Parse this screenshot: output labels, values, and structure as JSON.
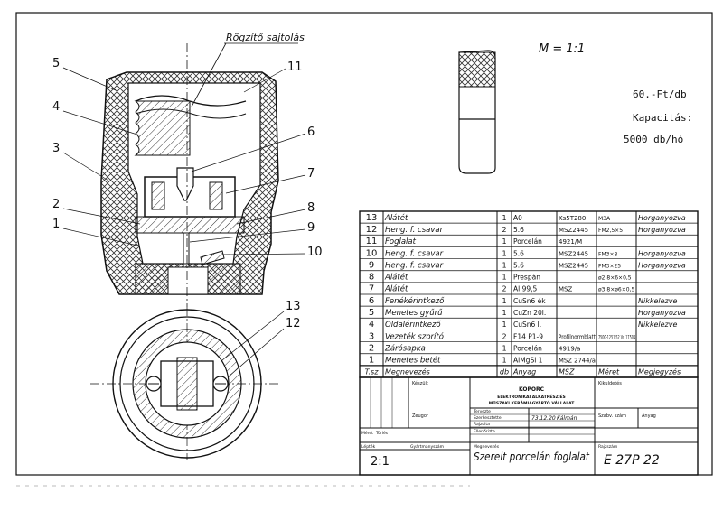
{
  "drawing": {
    "fixing_label": "Rögzítő sajtolás",
    "callouts": [
      "5",
      "4",
      "3",
      "2",
      "1",
      "11",
      "6",
      "7",
      "8",
      "9",
      "10",
      "13",
      "12"
    ],
    "scale_note": "M = 1:1",
    "notes": [
      "60.-Ft/db",
      "Kapacitás:",
      "5000 db/hó"
    ]
  },
  "bom": {
    "rows": [
      {
        "n": "13",
        "name": "Alátét",
        "qty": "1",
        "mat": "A0",
        "std": "Ks5T280",
        "size": "M3A",
        "note": "Horganyozva"
      },
      {
        "n": "12",
        "name": "Heng. f. csavar",
        "qty": "2",
        "mat": "5.6",
        "std": "MSZ2445",
        "size": "FM2,5×5",
        "note": "Horganyozva"
      },
      {
        "n": "11",
        "name": "Foglalat",
        "qty": "1",
        "mat": "Porcelán",
        "std": "4921/M",
        "size": "",
        "note": ""
      },
      {
        "n": "10",
        "name": "Heng. f. csavar",
        "qty": "1",
        "mat": "5.6",
        "std": "MSZ2445",
        "size": "FM3×8",
        "note": "Horganyozva"
      },
      {
        "n": "9",
        "name": "Heng. f. csavar",
        "qty": "1",
        "mat": "5.6",
        "std": "MSZ2445",
        "size": "FM3×25",
        "note": "Horganyozva"
      },
      {
        "n": "8",
        "name": "Alátét",
        "qty": "1",
        "mat": "Prespán",
        "std": "",
        "size": "ø2,8×6×0,5",
        "note": ""
      },
      {
        "n": "7",
        "name": "Alátét",
        "qty": "2",
        "mat": "Al 99,5",
        "std": "MSZ",
        "size": "ø3,8×ø6×0,5",
        "note": ""
      },
      {
        "n": "6",
        "name": "Fenékérintkező",
        "qty": "1",
        "mat": "CuSn6 ék",
        "std": "",
        "size": "",
        "note": "Nikkelezve"
      },
      {
        "n": "5",
        "name": "Menetes gyűrű",
        "qty": "1",
        "mat": "CuZn 20l.",
        "std": "",
        "size": "",
        "note": "Horganyozva"
      },
      {
        "n": "4",
        "name": "Oldalérintkező",
        "qty": "1",
        "mat": "CuSn6 l.",
        "std": "",
        "size": "",
        "note": "Nikkelezve"
      },
      {
        "n": "3",
        "name": "Vezeték szorító",
        "qty": "2",
        "mat": "F14 P1-9",
        "std": "Profilnormblatt",
        "size": "7500-1251,52 Vr. 17504",
        "note": ""
      },
      {
        "n": "2",
        "name": "Zárósapka",
        "qty": "1",
        "mat": "Porcelán",
        "std": "4919/a",
        "size": "",
        "note": ""
      },
      {
        "n": "1",
        "name": "Menetes betét",
        "qty": "1",
        "mat": "AlMgSi 1",
        "std": "MSZ 2744/a",
        "size": "",
        "note": ""
      }
    ],
    "header": {
      "n": "T.sz",
      "name": "Megnevezés",
      "qty": "db",
      "mat": "Anyag",
      "std": "MSZ",
      "size": "Méret",
      "note": "Megjegyzés"
    }
  },
  "title_block": {
    "kesult": "Készült",
    "company_name": "KÖPORC",
    "company_line1": "ELEKTRONIKAI ALKATRÉSZ ÉS",
    "company_line2": "MŰSZAKI KERÁMIAGYÁRTÓ VÁLLALAT",
    "kikuldetes": "Kikuldetés",
    "szabv_label": "Szabv. szám",
    "anyag_label": "Anyag",
    "rev_label": "Méret",
    "torles_label": "Törlés",
    "zeugor": "Zeugor",
    "tervezte": "Tervezte",
    "szerkesztette": "Szerkesztette",
    "rajzolta": "Rajzolta",
    "ellenorizte": "Ellenőrizte",
    "date": "73.12.20",
    "signature": "Kálmán",
    "lepték_label": "Lépték",
    "gyartmany_label": "Gyártmányszám",
    "megnevezes_label": "Megnevezés",
    "rajzszam_label": "Rajzszám",
    "scale": "2:1",
    "title": "Szerelt porcelán foglalat",
    "drawing_number": "E 27P 22"
  }
}
